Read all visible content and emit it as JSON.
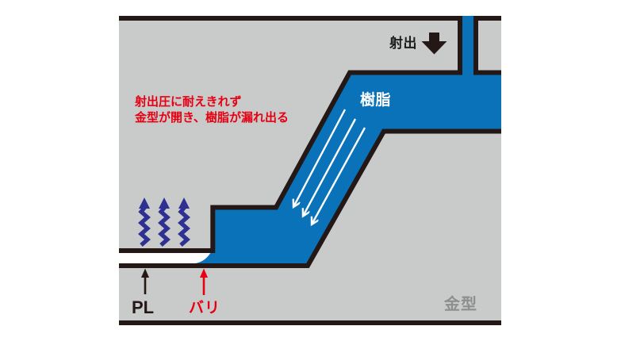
{
  "diagram": {
    "description": "injection-molding-flash-defect-diagram",
    "labels": {
      "injection": "射出",
      "resin": "樹脂",
      "warning_line1": "射出圧に耐えきれず",
      "warning_line2": "金型が開き、樹脂が漏れ出る",
      "parting_line": "PL",
      "burr": "バリ",
      "mold": "金型"
    },
    "colors": {
      "resin_blue": "#0a72b9",
      "mold_gray": "#c9caca",
      "outline_black": "#231815",
      "warning_red": "#e60012",
      "force_arrow_navy": "#2e3192",
      "flow_arrow_white": "#ffffff",
      "mold_label_gray": "#8e8e8f",
      "background_white": "#ffffff"
    },
    "icons": {
      "injection_arrow": "filled-down-arrow",
      "flow_arrows": "three-white-downslope-arrows",
      "force_arrows": "three-navy-zigzag-up-arrows",
      "pl_pointer": "black-up-arrow",
      "burr_pointer": "red-up-arrow"
    }
  }
}
